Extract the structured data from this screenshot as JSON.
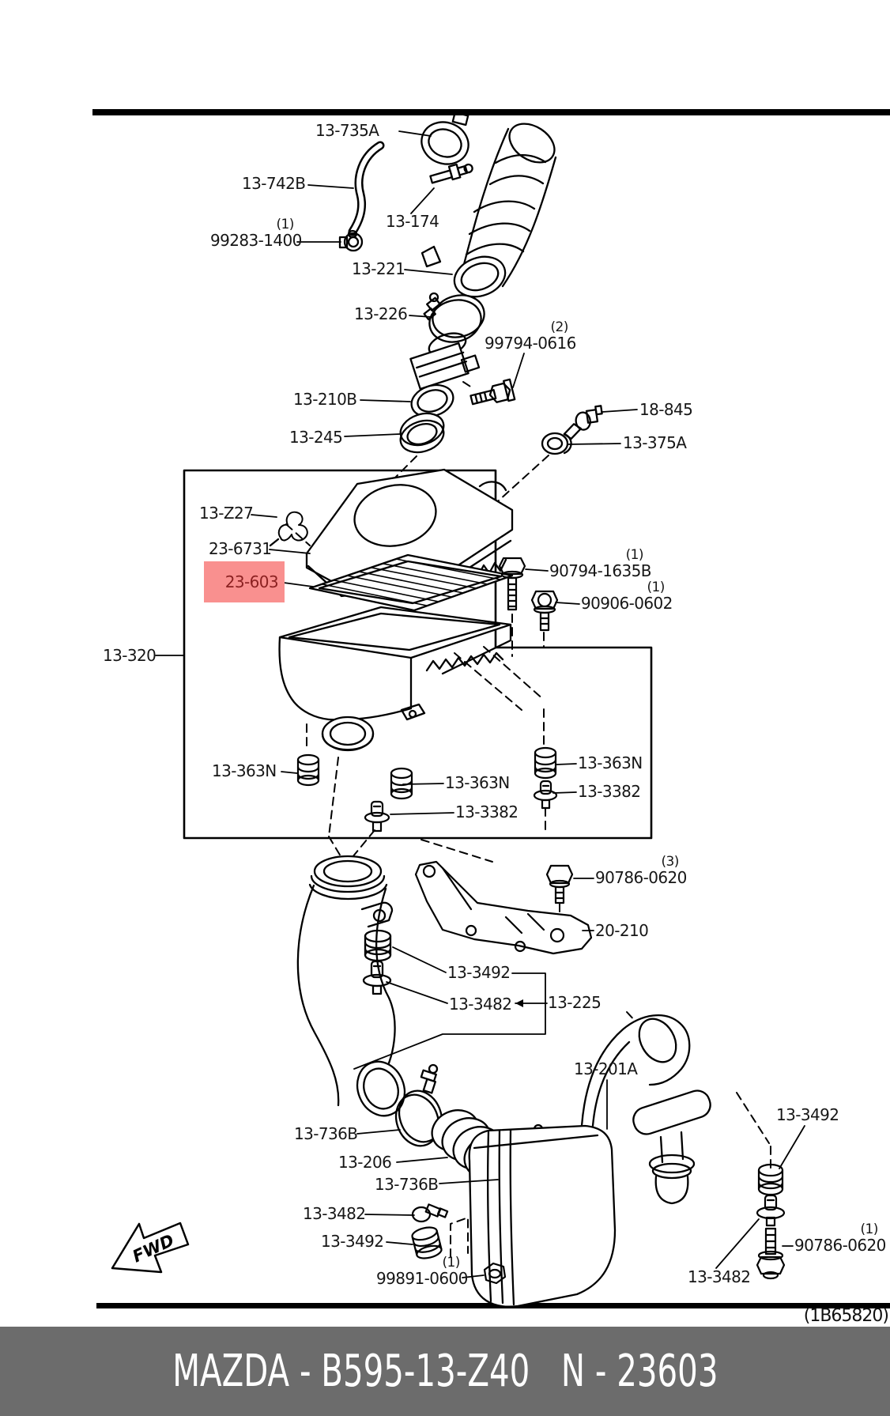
{
  "page": {
    "fwd_label": "FWD",
    "sheet_code": "(1B65820)",
    "highlight": {
      "part": "23-603",
      "bg": "#f9908f",
      "fg": "#8b2121"
    },
    "footer": {
      "left_text": "MAZDA - B595-13-Z40",
      "right_text": "N - 23603",
      "bg": "#6c6c6c",
      "fg": "#ffffff"
    },
    "labels": [
      {
        "text": "13-735A"
      },
      {
        "text": "13-742B"
      },
      {
        "text": "13-174"
      },
      {
        "text": "99283-1400",
        "count": "(1)"
      },
      {
        "text": "13-221"
      },
      {
        "text": "13-226"
      },
      {
        "text": "99794-0616",
        "count": "(2)"
      },
      {
        "text": "13-210B"
      },
      {
        "text": "13-245"
      },
      {
        "text": "18-845"
      },
      {
        "text": "13-375A"
      },
      {
        "text": "13-Z27"
      },
      {
        "text": "23-6731"
      },
      {
        "text": "23-603"
      },
      {
        "text": "13-320"
      },
      {
        "text": "90794-1635B",
        "count": "(1)"
      },
      {
        "text": "90906-0602",
        "count": "(1)"
      },
      {
        "text": "13-363N"
      },
      {
        "text": "13-363N"
      },
      {
        "text": "13-3382"
      },
      {
        "text": "13-363N"
      },
      {
        "text": "13-3382"
      },
      {
        "text": "90786-0620",
        "count": "(3)"
      },
      {
        "text": "20-210"
      },
      {
        "text": "13-3492"
      },
      {
        "text": "13-3482"
      },
      {
        "text": "13-225"
      },
      {
        "text": "13-201A"
      },
      {
        "text": "13-736B"
      },
      {
        "text": "13-206"
      },
      {
        "text": "13-736B"
      },
      {
        "text": "13-3482"
      },
      {
        "text": "13-3492"
      },
      {
        "text": "99891-0600",
        "count": "(1)"
      },
      {
        "text": "13-3492"
      },
      {
        "text": "90786-0620",
        "count": "(1)"
      },
      {
        "text": "13-3482"
      }
    ]
  }
}
